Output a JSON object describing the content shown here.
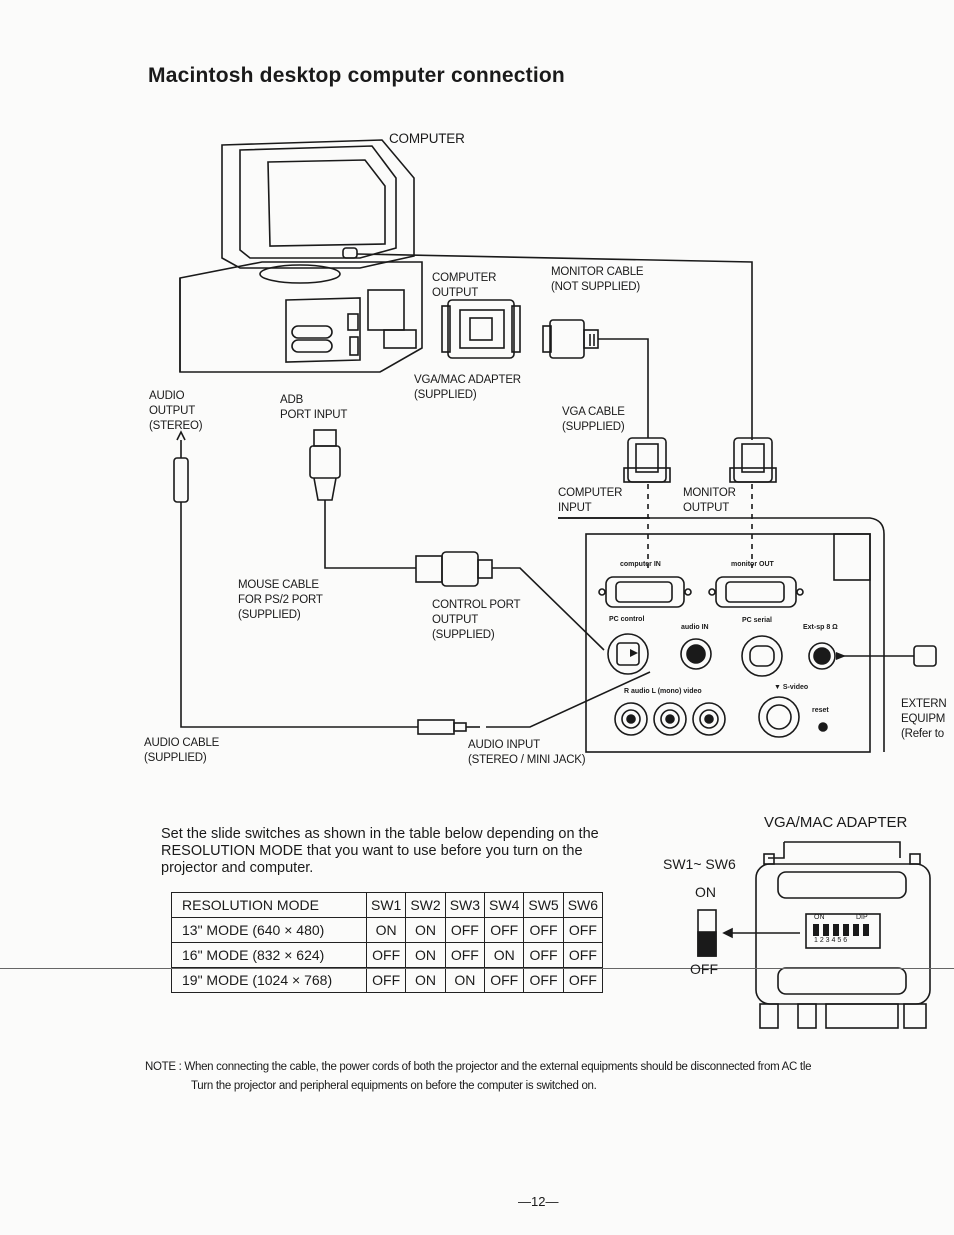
{
  "page": {
    "title": "Macintosh desktop computer connection",
    "page_number": "—12—"
  },
  "labels": {
    "computer": "COMPUTER",
    "computer_output": "COMPUTER\nOUTPUT",
    "monitor_cable": "MONITOR CABLE\n(NOT SUPPLIED)",
    "vga_mac_adapter_sup": "VGA/MAC ADAPTER\n(SUPPLIED)",
    "audio_output": "AUDIO\nOUTPUT\n(STEREO)",
    "adb_port": "ADB\nPORT INPUT",
    "vga_cable": "VGA CABLE\n(SUPPLIED)",
    "computer_input": "COMPUTER\nINPUT",
    "monitor_output": "MONITOR\nOUTPUT",
    "mouse_cable": "MOUSE CABLE\nFOR PS/2 PORT\n(SUPPLIED)",
    "control_port": "CONTROL PORT\nOUTPUT\n(SUPPLIED)",
    "audio_cable": "AUDIO CABLE\n(SUPPLIED)",
    "audio_input": "AUDIO INPUT\n(STEREO / MINI JACK)",
    "external": "EXTERN\nEQUIPM\n(Refer to"
  },
  "panel": {
    "computer_in": "computer IN",
    "monitor_out": "monitor OUT",
    "pc_control": "PC control",
    "audio_in": "audio IN",
    "pc_serial": "PC serial",
    "ext_sp": "Ext-sp 8 Ω",
    "audio_row": "R  audio  L (mono)  video",
    "s_video": "▼ S-video",
    "reset": "reset"
  },
  "instructions": "Set the slide switches as shown in the table below depending on the RESOLUTION MODE that you want to use before you turn on the projector and computer.",
  "table": {
    "headers": [
      "RESOLUTION MODE",
      "SW1",
      "SW2",
      "SW3",
      "SW4",
      "SW5",
      "SW6"
    ],
    "rows": [
      [
        "13\" MODE (640 × 480)",
        "ON",
        "ON",
        "OFF",
        "OFF",
        "OFF",
        "OFF"
      ],
      [
        "16\" MODE (832 × 624)",
        "OFF",
        "ON",
        "OFF",
        "ON",
        "OFF",
        "OFF"
      ],
      [
        "19\" MODE (1024 × 768)",
        "OFF",
        "ON",
        "ON",
        "OFF",
        "OFF",
        "OFF"
      ]
    ]
  },
  "adapter": {
    "title": "VGA/MAC ADAPTER",
    "sw_range": "SW1~ SW6",
    "on": "ON",
    "off": "OFF",
    "dip_on": "ON",
    "dip_dip": "DIP",
    "dip_numbers": "1 2 3 4 5 6"
  },
  "note": {
    "line1": "NOTE : When connecting the cable, the power cords of  both the projector and the external equipments should be disconnected from AC  tle",
    "line2": "Turn the projector and peripheral equipments on before the computer is switched on."
  }
}
